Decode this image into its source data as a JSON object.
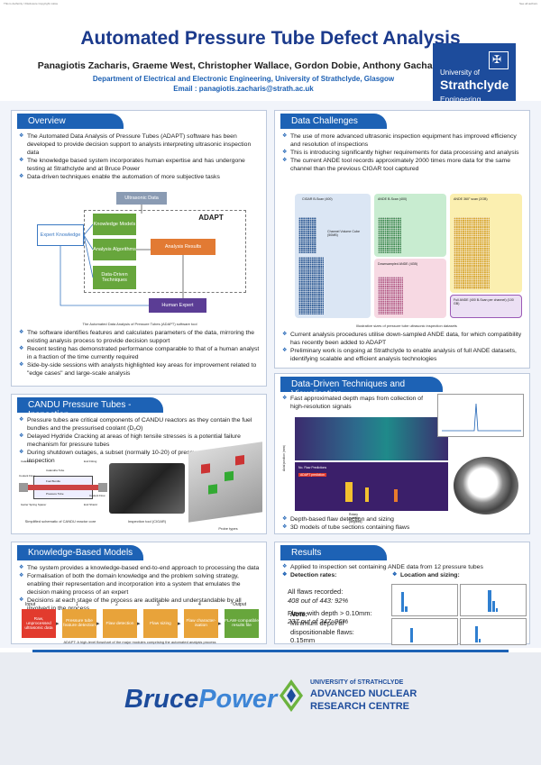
{
  "topline": {
    "left": "This is Authority / Disclosure Copyright notice",
    "right": "See all authors"
  },
  "title": "Automated Pressure Tube Defect Analysis",
  "authors": "Panagiotis Zacharis, Graeme West, Christopher Wallace, Gordon Dobie, Anthony Gachagan",
  "department": "Department of Electrical and Electronic Engineering, University of Strathclyde, Glasgow",
  "email": "Email : panagiotis.zacharis@strath.ac.uk",
  "logo": {
    "line1": "University of",
    "line2": "Strathclyde",
    "line3": "Engineering"
  },
  "overview": {
    "heading": "Overview",
    "bullets": [
      "The Automated Data Analysis of Pressure Tubes (ADAPT) software has been developed to provide decision support to analysts interpreting ultrasonic inspection data",
      "The knowledge based system incorporates human expertise and has undergone testing at Strathclyde and at Bruce Power",
      "Data-driven techniques enable the automation of more subjective tasks"
    ],
    "diagram": {
      "ultrasonic_data": "Ultrasonic Data",
      "adapt": "ADAPT",
      "expert_knowledge": "Expert Knowledge",
      "knowledge_models": "Knowledge Models",
      "analysis_algorithms": "Analysis Algorithms",
      "data_driven": "Data-Driven Techniques",
      "analysis_results": "Analysis Results",
      "human_expert": "Human Expert"
    },
    "diagram_caption": "The Automated Data Analysis of Pressure Tubes (ADAPT) software tool",
    "bullets2": [
      "The software identifies features and calculates parameters of the data, mirroring the existing analysis process to provide decision support",
      "Recent testing has demonstrated performance comparable to that of a human analyst in a fraction of the time currently required",
      "Side-by-side sessions with analysts highlighted key areas for improvement related to \"edge cases\" and large-scale analysis"
    ]
  },
  "challenges": {
    "heading": "Data Challenges",
    "bullets": [
      "The use of more advanced ultrasonic inspection equipment has improved efficiency and resolution of inspections",
      "This is introducing significantly higher requirements for data processing and analysis",
      "The current ANDE tool records approximately 2000 times more data for the same channel than the previous CIGAR tool captured"
    ],
    "figure_labels": {
      "cigar_b": "CIGAR B-Scan (400)",
      "cigar_a": "ANDE B-Scan (400)",
      "volume1": "Channel Volume Cube (50MB)",
      "ande_full": "ANDE 360° scan (2GB)",
      "downsampled": "Downsampled ANDE (4GB)",
      "full_ande": "Full ANDE (400 B-Scan per channel) (100 GB)"
    },
    "figure_caption": "Illustrative sizes of pressure tube ultrasonic inspection datasets",
    "bullets2": [
      "Current analysis procedures utilise down-sampled ANDE data, for which compatibility has recently been added to ADAPT",
      "Preliminary work is ongoing at Strathclyde to enable analysis of full ANDE datasets, identifying scalable and efficient analysis technologies"
    ]
  },
  "candu": {
    "heading": "CANDU Pressure Tubes - Inspection",
    "bullets": [
      "Pressure tubes are critical components of CANDU reactors as they contain the fuel bundles and the pressurised coolant (D₂O)",
      "Delayed Hydride Cracking at areas of high tensile stresses is a potential failure mechanism for pressure tubes",
      "During shutdown outages, a subset (normally 10-20) of pressure tubes is selected for inspection"
    ],
    "captions": {
      "schematic": "Simplified schematic of CANDU reactor core",
      "tool": "Inspection tool (CIGAR)",
      "probes": "Probe types"
    },
    "schematic_labels": [
      "Calandria",
      "Calandria Tube",
      "End Fitting",
      "Fuel Bundle",
      "Pressure Tube",
      "Garter Spring Spacer",
      "End Shield",
      "Coolant Flow",
      "Coolant Flow"
    ]
  },
  "datadriven": {
    "heading": "Data-Driven Techniques and Visualisation",
    "bullets": [
      "Fast approximated depth maps from collection of high-resolution signals"
    ],
    "bullets2": [
      "Depth-based flaw detection and sizing",
      "3D models of tube sections containing flaws"
    ],
    "map_labels": {
      "ylabel": "Axial position (mm)",
      "xlabel": "Rotary position (degrees)",
      "legend1": "No. Flaw Predictions",
      "legend2": "ADAPT prediction"
    }
  },
  "kbm": {
    "heading": "Knowledge-Based Models",
    "bullets": [
      "The system provides a knowledge-based end-to-end approach to processing the data",
      "Formalisation of both the domain knowledge and the problem solving strategy, enabling their representation and incorporation into a system that emulates the decision making process of an expert",
      "Decisions at each stage of the process are auditable and understandable by all involved in the process"
    ],
    "flow_labels": [
      "Input",
      "1",
      "2",
      "3",
      "4",
      "Output"
    ],
    "flow_boxes": [
      {
        "text": "Raw, unprocessed ultrasonic data",
        "color": "#e23b2e"
      },
      {
        "text": "Pressure tube feature detection",
        "color": "#e8a33a"
      },
      {
        "text": "Flaw detection",
        "color": "#e8a33a"
      },
      {
        "text": "Flaw sizing",
        "color": "#e8a33a"
      },
      {
        "text": "Flaw character-isation",
        "color": "#e8a33a"
      },
      {
        "text": "FLAW-compatible results file",
        "color": "#67a63c"
      }
    ],
    "caption": "ADAPT: A high-level flowchart of the major modules comprising the automated analysis process"
  },
  "results": {
    "heading": "Results",
    "bullets": [
      "Applied to inspection set containing ANDE data from 12 pressure tubes"
    ],
    "detection_rates": "Detection rates:",
    "location_sizing": "Location and sizing:",
    "flaws_recorded": "All flaws recorded:",
    "flaws_recorded_val": "408 out of 443: 92%",
    "flaws_depth": "Flaws with depth > 0.10mm:",
    "flaws_depth_val": "237 out of 247: 96%",
    "note_title": "Note:",
    "note_text": "Minimum depth of dispositionable flaws: 0.15mm"
  },
  "footer": {
    "bruce": "Bruce",
    "power": "Power",
    "univ": "UNIVERSITY of STRATHCLYDE",
    "anrc1": "ADVANCED NUCLEAR",
    "anrc2": "RESEARCH CENTRE"
  }
}
